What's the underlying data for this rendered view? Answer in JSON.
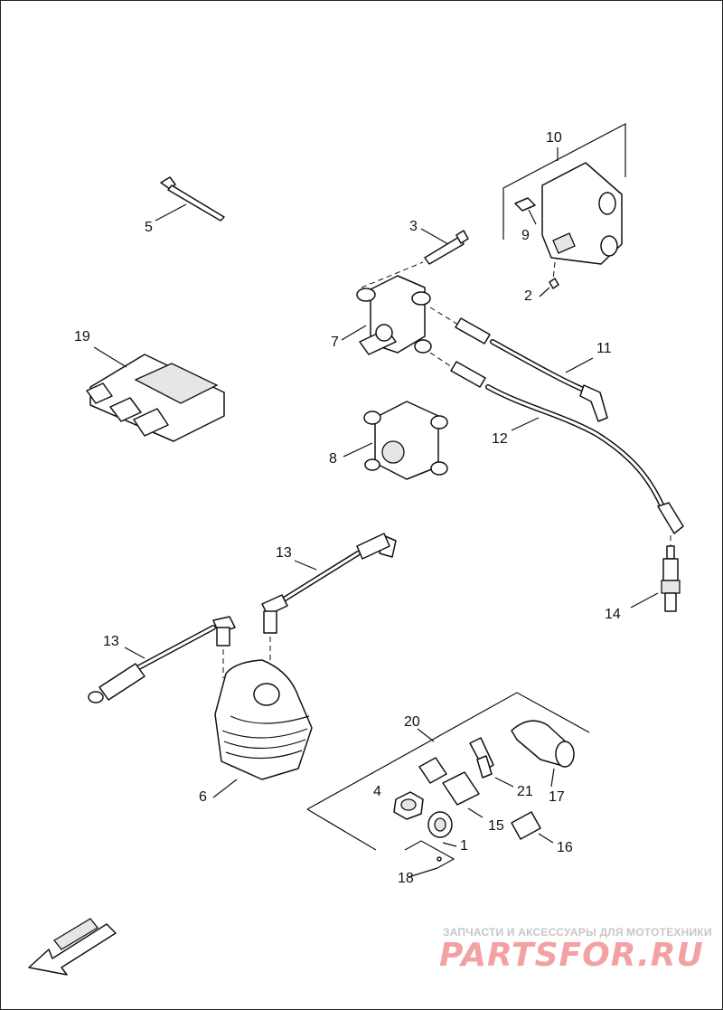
{
  "callouts": {
    "n1": "1",
    "n2": "2",
    "n3": "3",
    "n4": "4",
    "n5": "5",
    "n6": "6",
    "n7": "7",
    "n8": "8",
    "n9": "9",
    "n10": "10",
    "n11": "11",
    "n12": "12",
    "n13a": "13",
    "n13b": "13",
    "n14": "14",
    "n15": "15",
    "n16": "16",
    "n17": "17",
    "n18": "18",
    "n19": "19",
    "n20": "20",
    "n21": "21"
  },
  "watermark": {
    "tagline": "ЗАПЧАСТИ И АКСЕССУАРЫ ДЛЯ МОТОТЕХНИКИ",
    "brand": "PARTSFOR.RU"
  },
  "colors": {
    "line": "#111111",
    "watermark_brand": "#f2a2a2",
    "watermark_tagline": "#c7c7c7"
  }
}
